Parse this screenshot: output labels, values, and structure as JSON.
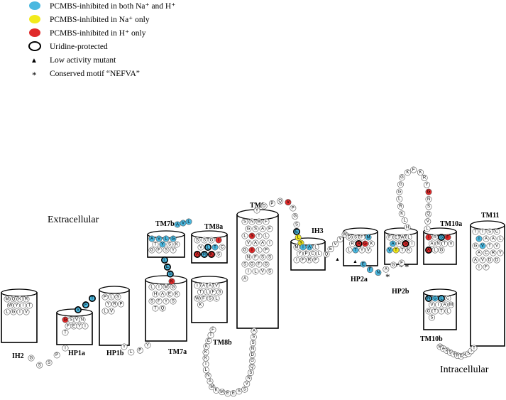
{
  "legend": {
    "both": "PCMBS-inhibited in both Na⁺ and H⁺",
    "na_only": "PCMBS-inhibited in Na⁺ only",
    "h_only": "PCMBS-inhibited in H⁺ only",
    "uridine": "Uridine-protected",
    "low_activity": "Low activity mutant",
    "motif": "Conserved motif “NEFVA”"
  },
  "regions": {
    "extracellular": "Extracellular",
    "intracellular": "Intracellular"
  },
  "segments": {
    "IH2": "IH2",
    "HP1a": "HP1a",
    "HP1b": "HP1b",
    "TM7a": "TM7a",
    "TM7b": "TM7b",
    "TM8a": "TM8a",
    "TM8b": "TM8b",
    "TM9": "TM9",
    "IH3": "IH3",
    "HP2a": "HP2a",
    "HP2b": "HP2b",
    "TM10a": "TM10a",
    "TM10b": "TM10b",
    "TM11": "TM11"
  },
  "colors": {
    "both": "#4ab8e0",
    "na_only": "#f2ea1c",
    "h_only": "#e02a2a",
    "residue_fill": "#ffffff",
    "residue_stroke": "#555555",
    "outline": "#000000"
  },
  "symbols": {
    "triangle": "▲",
    "star": "*"
  },
  "sequences": {
    "ih2": "MQKRWYITLGIV",
    "ih2_link": "GSSPI",
    "hp1a": "GSVNFEYIT",
    "hp1a_top": "VFT",
    "hp1b": "PLSYRPLV",
    "hp1b_link": "YLPY",
    "tm7a": "LIMGHAEKSFYSTQ",
    "tm7a_link": "KSEL",
    "tm7b": "AVLGTYSKGFSY",
    "tm8a": "SSGIVLTCARKS",
    "tm8b": "IAAVTLFSWFSLK",
    "lower_loop": "FTEKKKILNAMKMEESSVNSQGDNSSA",
    "tm9": "SNWFGSAFLSTLVAAIGILPNFSSSGFGILVSA",
    "tm9_link": "YDPQVPGS",
    "ih3_link": "ELS",
    "ih3": "MIALYPCLIFRF",
    "hp2a_link": "QEVYW",
    "hp2a": "DSFMRAGKLTYV",
    "hp2b": "FEWLAHSIVTTK",
    "hp2b_link": "EFNAGF",
    "upper_loop": "HLKRLGGGKFKRYGNSQVL",
    "tm10a": "IRSFANTVALG",
    "tm10b": "NGLCVIAMGTTLS",
    "tm11_link": "MAPSVRDKSIT",
    "tm11": "TTSCIAALGVTVACRYAVDDIF"
  }
}
